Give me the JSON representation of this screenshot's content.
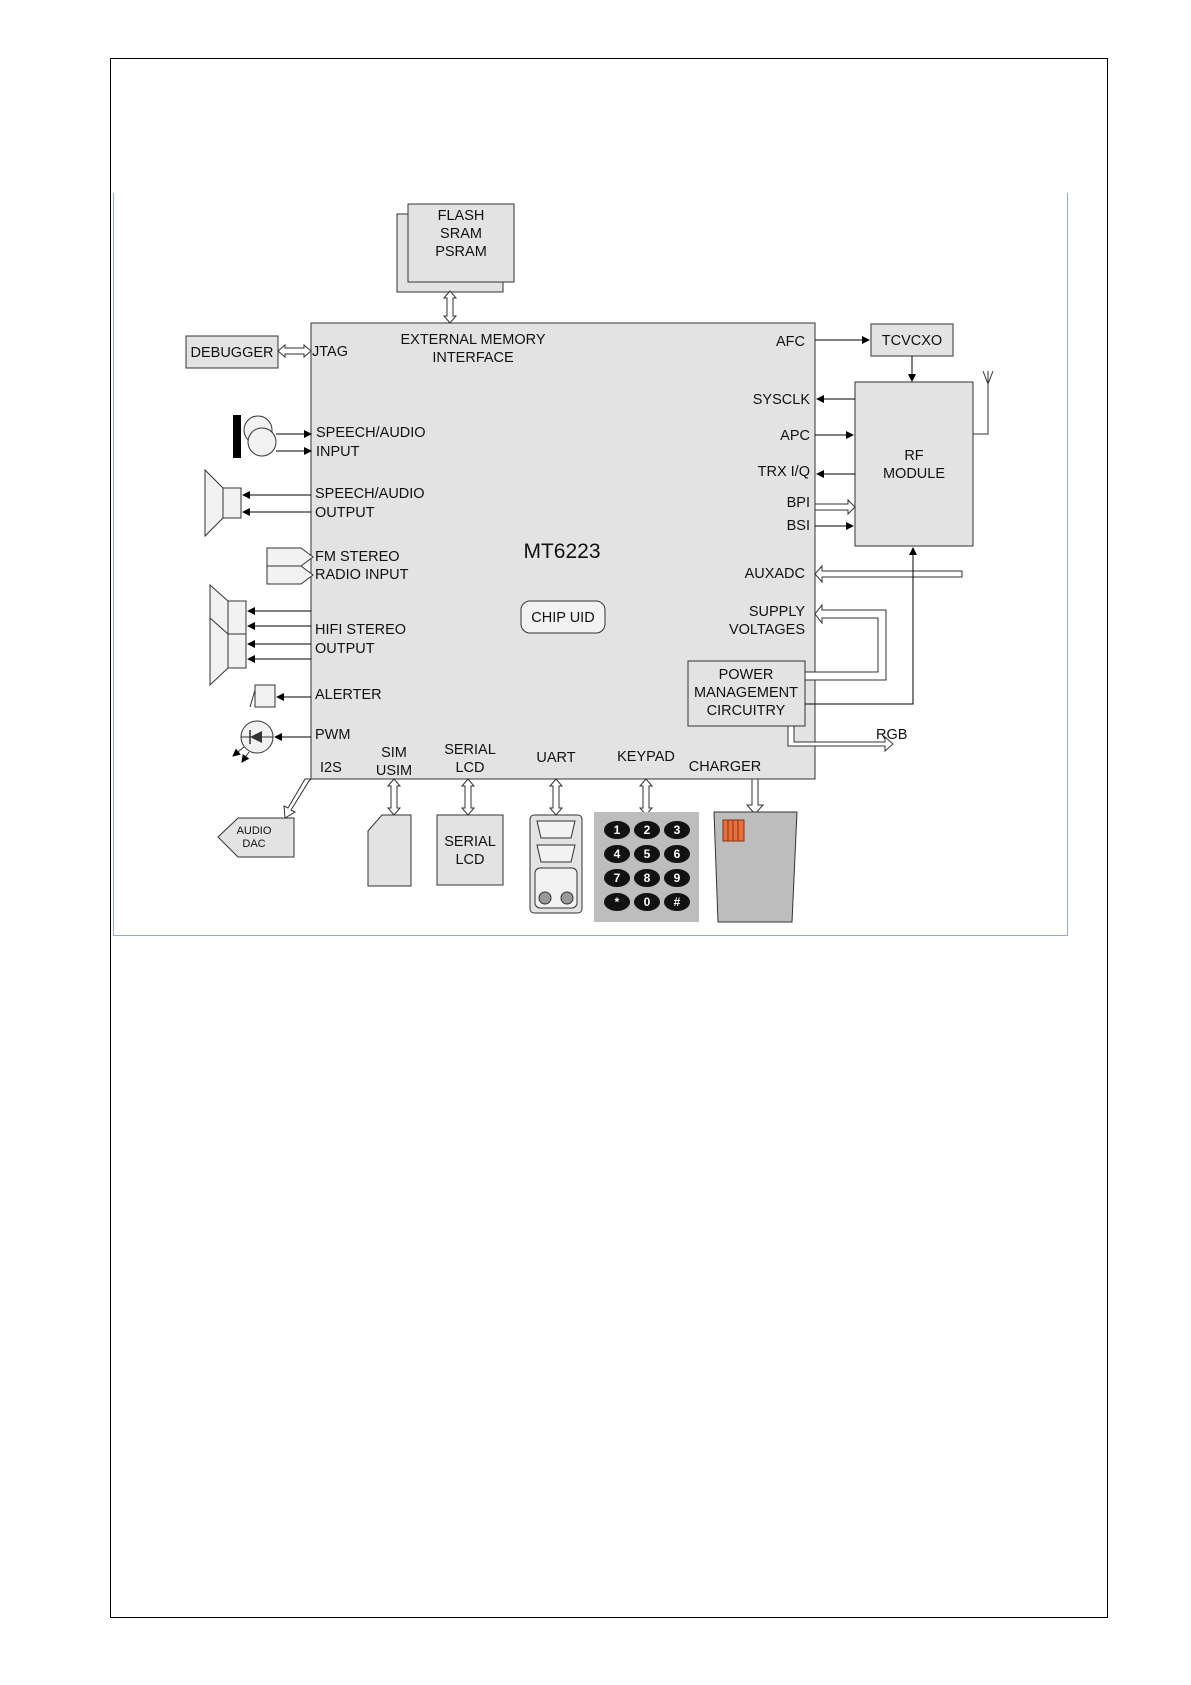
{
  "memory": {
    "line1": "FLASH",
    "line2": "SRAM",
    "line3": "PSRAM"
  },
  "debugger": "DEBUGGER",
  "tcvcxo": "TCVCXO",
  "rf_module": {
    "line1": "RF",
    "line2": "MODULE"
  },
  "chip": {
    "name": "MT6223",
    "uid": "CHIP UID",
    "ext_mem_1": "EXTERNAL MEMORY",
    "ext_mem_2": "INTERFACE",
    "jtag": "JTAG",
    "speech_in_1": "SPEECH/AUDIO",
    "speech_in_2": "INPUT",
    "speech_out_1": "SPEECH/AUDIO",
    "speech_out_2": "OUTPUT",
    "fm_1": "FM STEREO",
    "fm_2": "RADIO INPUT",
    "hifi_1": "HIFI STEREO",
    "hifi_2": "OUTPUT",
    "alerter": "ALERTER",
    "pwm": "PWM",
    "i2s": "I2S",
    "sim_1": "SIM",
    "sim_2": "USIM",
    "serial_lcd_1": "SERIAL",
    "serial_lcd_2": "LCD",
    "uart": "UART",
    "keypad": "KEYPAD",
    "charger": "CHARGER",
    "afc": "AFC",
    "sysclk": "SYSCLK",
    "apc": "APC",
    "trx": "TRX I/Q",
    "bpi": "BPI",
    "bsi": "BSI",
    "auxadc": "AUXADC",
    "supply_1": "SUPPLY",
    "supply_2": "VOLTAGES"
  },
  "power_mgmt": {
    "line1": "POWER",
    "line2": "MANAGEMENT",
    "line3": "CIRCUITRY"
  },
  "rgb": "RGB",
  "audio_dac": {
    "line1": "AUDIO",
    "line2": "DAC"
  },
  "serial_lcd_box": {
    "line1": "SERIAL",
    "line2": "LCD"
  },
  "keypad_keys": [
    "1",
    "2",
    "3",
    "4",
    "5",
    "6",
    "7",
    "8",
    "9",
    "*",
    "0",
    "#"
  ]
}
